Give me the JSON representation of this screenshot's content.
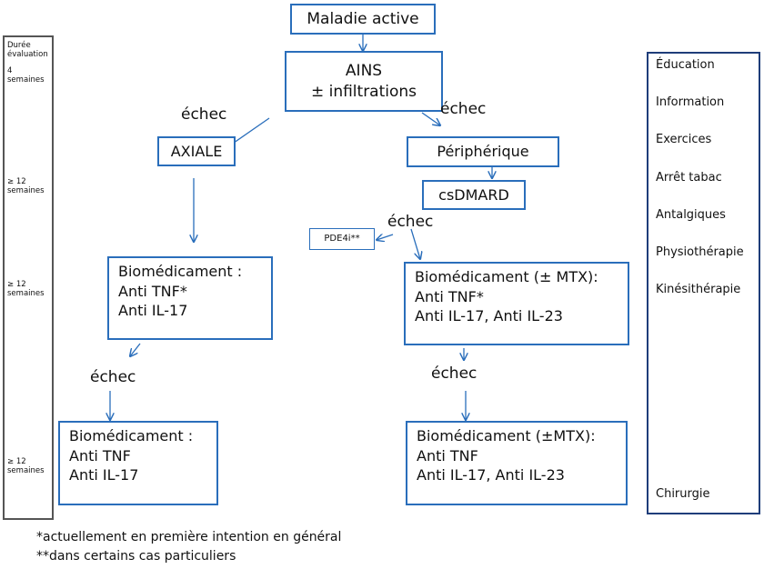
{
  "left_panel": {
    "header": "Durée\névaluation",
    "durations": [
      "4\nsemaines",
      "≥ 12\nsemaines",
      "≥ 12\nsemaines",
      "≥ 12\nsemaines"
    ]
  },
  "nodes": {
    "maladie": "Maladie active",
    "ains": [
      "AINS",
      "± infiltrations"
    ],
    "axiale": "AXIALE",
    "peripherique": "Périphérique",
    "csdmard": "csDMARD",
    "pde4i": "PDE4i**",
    "bio_axial_1": [
      "Biomédicament :",
      "Anti TNF*",
      "Anti IL-17"
    ],
    "bio_periph_1": [
      "Biomédicament (± MTX):",
      "Anti TNF*",
      "Anti IL-17, Anti IL-23"
    ],
    "bio_axial_2": [
      "Biomédicament :",
      "Anti TNF",
      "Anti IL-17"
    ],
    "bio_periph_2": [
      "Biomédicament (±MTX):",
      "Anti TNF",
      "Anti IL-17, Anti IL-23"
    ]
  },
  "labels": {
    "echec_1": "échec",
    "echec_2": "échec",
    "echec_3": "échec",
    "echec_4": "échec",
    "echec_5": "échec"
  },
  "right_panel": {
    "items": [
      "Éducation",
      "Information",
      "Exercices",
      "Arrêt tabac",
      "Antalgiques",
      "Physiothérapie",
      "Kinésithérapie"
    ],
    "bottom": "Chirurgie"
  },
  "footnotes": [
    "*actuellement en première intention en général",
    "**dans certains cas particuliers"
  ],
  "colors": {
    "box_border": "#2a6ebb",
    "arrow": "#2a6ebb",
    "right_panel_border": "#1f3d7a",
    "left_panel_border": "#555555"
  }
}
